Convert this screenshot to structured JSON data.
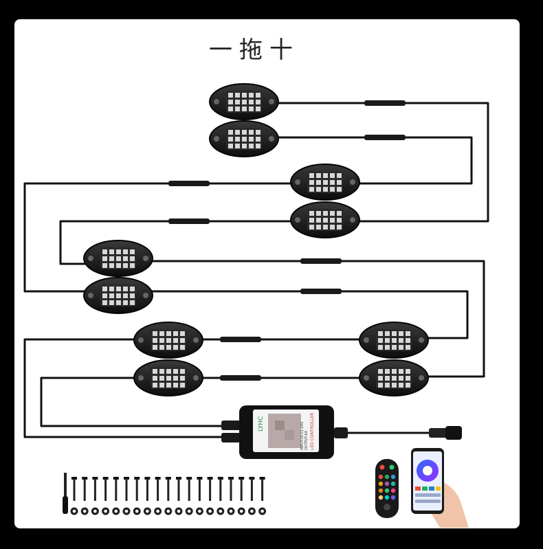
{
  "title": "一拖十",
  "controller": {
    "brand": "LYHC",
    "label": "LED CONTROLLER",
    "spec_line1": "OUTPUT:6A",
    "spec_line2": "INPUT:DC12-24V"
  },
  "colors": {
    "background": "#000000",
    "panel": "#ffffff",
    "wire": "#111111",
    "led": "#d8d8d8"
  },
  "accessories": {
    "screw_count": 19,
    "nut_count": 19
  }
}
